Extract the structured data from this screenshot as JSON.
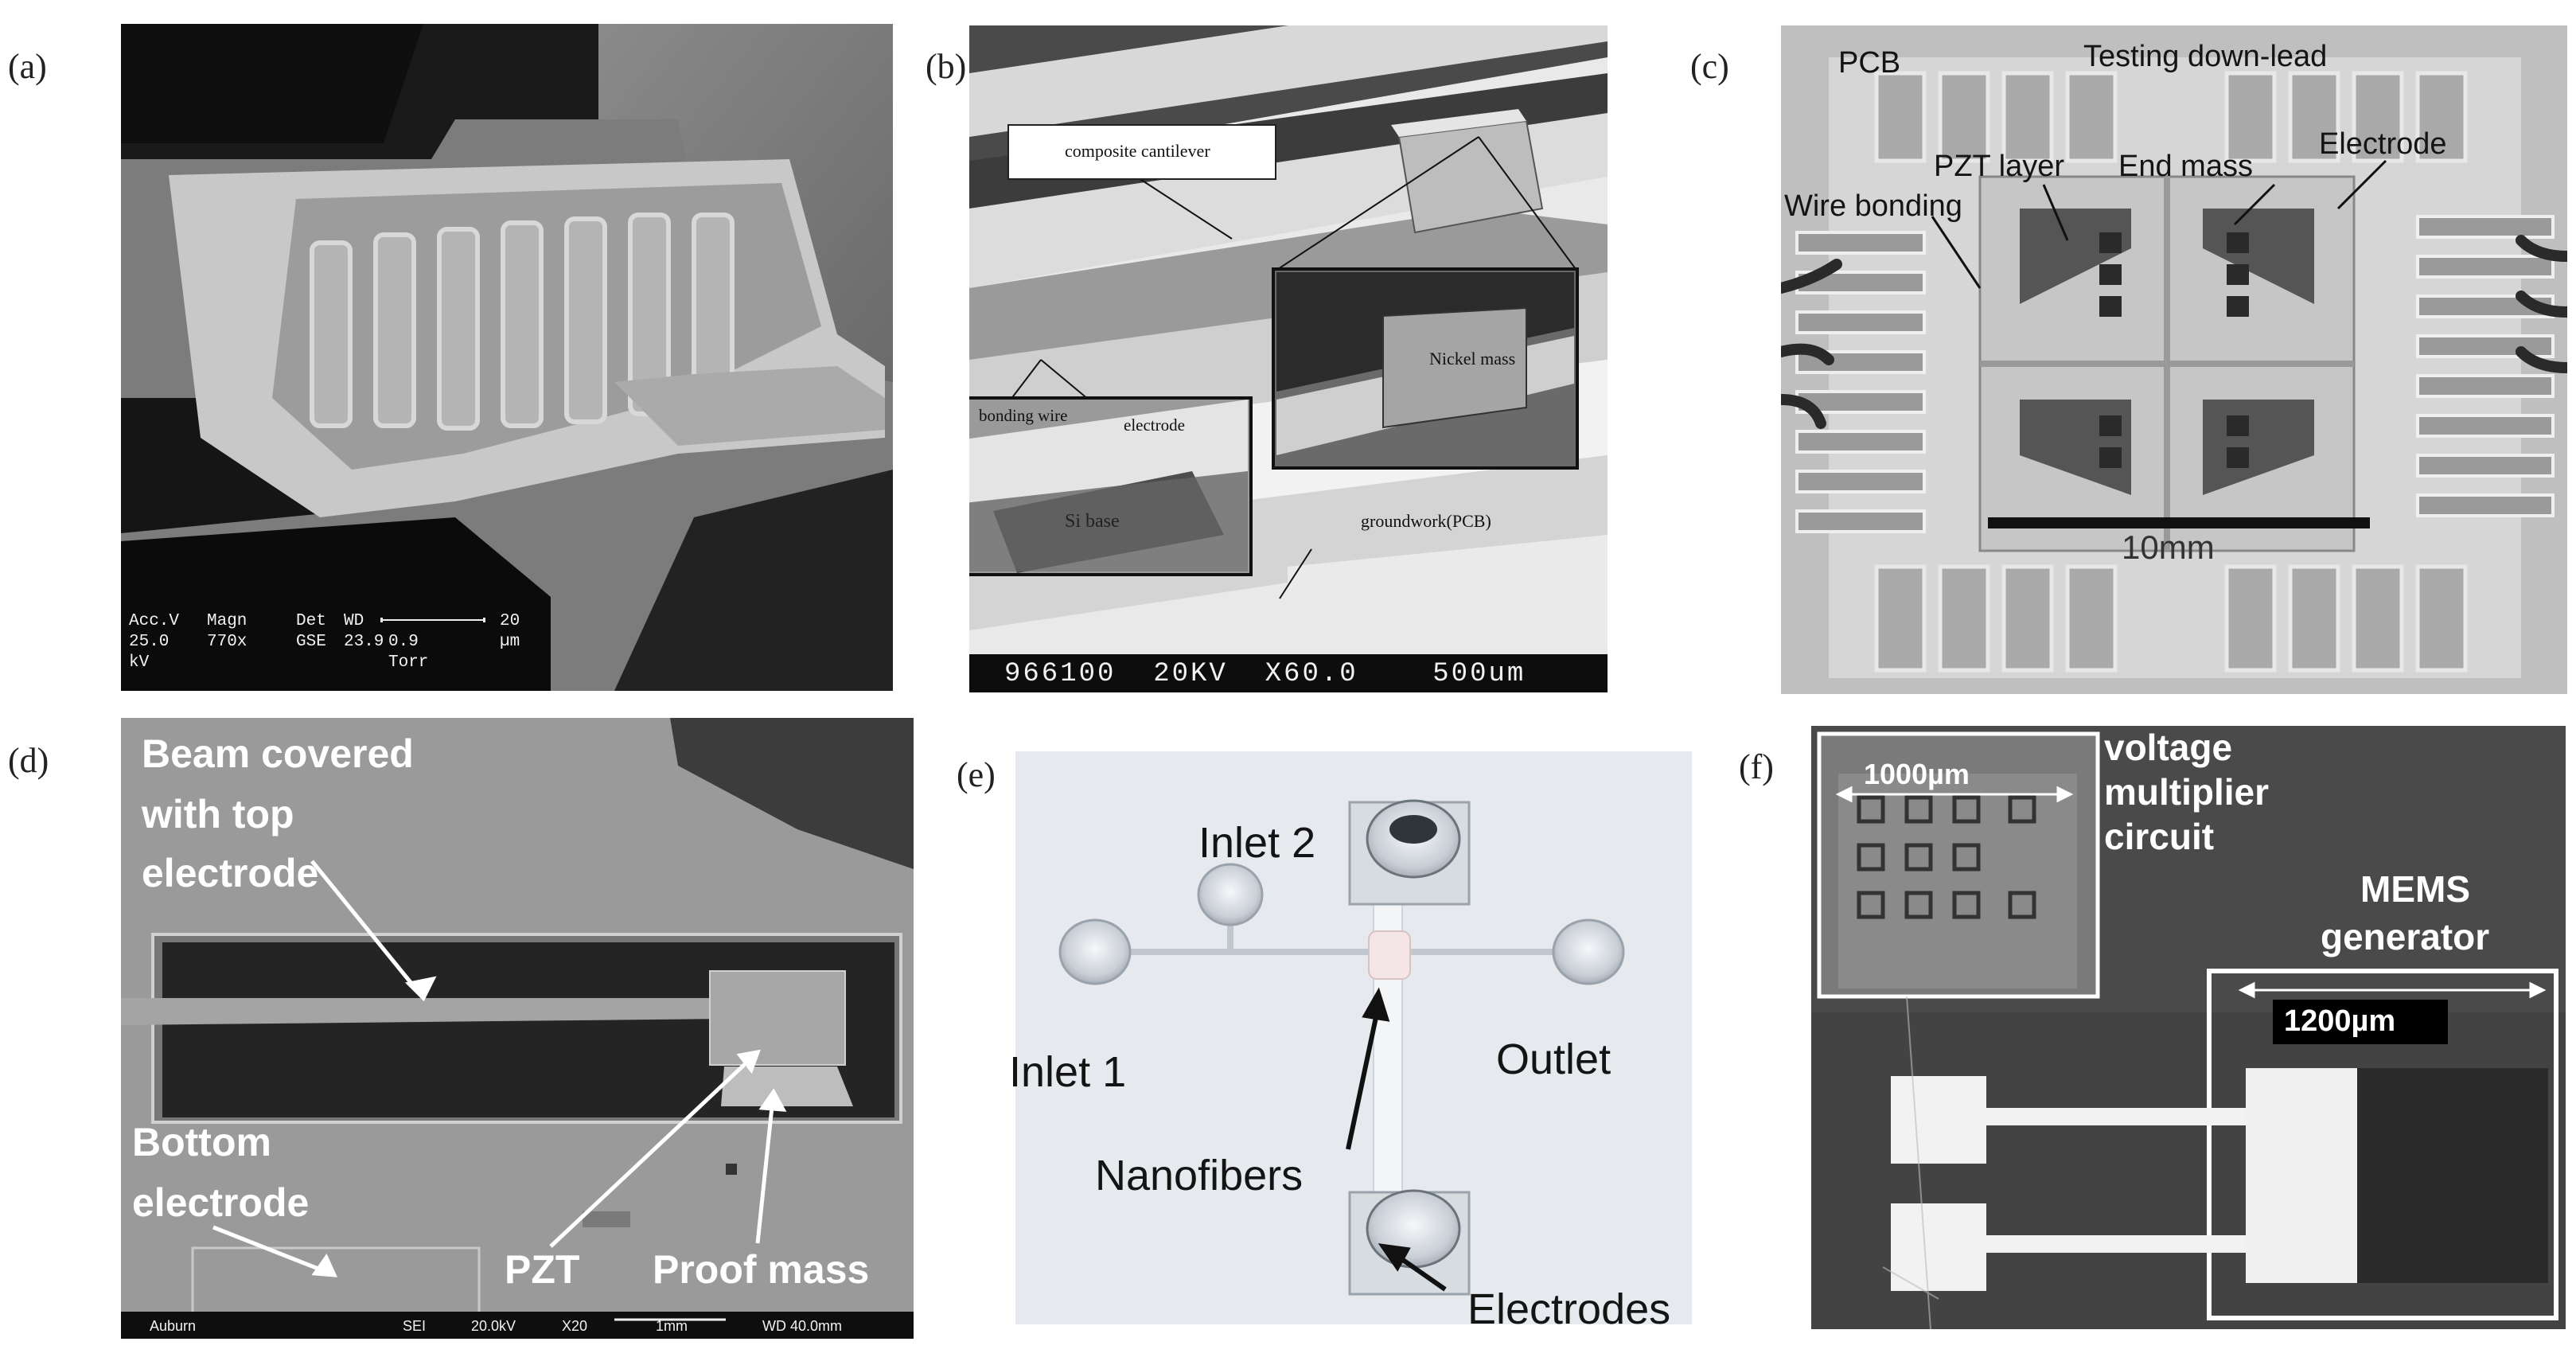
{
  "panels": {
    "a": {
      "letter": "(a)",
      "info": {
        "col1": [
          "Acc.V",
          "25.0 kV"
        ],
        "col2": [
          "Magn",
          "770x"
        ],
        "col3": [
          "Det",
          "GSE"
        ],
        "col4": [
          "WD",
          "23.9"
        ],
        "torr": "0.9 Torr",
        "scale": "20 µm"
      }
    },
    "b": {
      "letter": "(b)",
      "labels": {
        "composite": "composite cantilever",
        "nickel": "Nickel mass",
        "bonding": "bonding wire",
        "electrode": "electrode",
        "si": "Si base",
        "groundwork": "groundwork(PCB)"
      },
      "bar": "966100  20KV  X60.0    500um"
    },
    "c": {
      "letter": "(c)",
      "labels": {
        "pcb": "PCB",
        "testing": "Testing down-lead",
        "pzt": "PZT layer",
        "endmass": "End mass",
        "electrode": "Electrode",
        "wire": "Wire bonding",
        "scale": "10mm"
      }
    },
    "d": {
      "letter": "(d)",
      "labels": {
        "beam1": "Beam covered",
        "beam2": "with top",
        "beam3": "electrode",
        "bottom1": "Bottom",
        "bottom2": "electrode",
        "pzt": "PZT",
        "proof": "Proof mass"
      },
      "bar": {
        "auburn": "Auburn",
        "sei": "SEI",
        "kv": "20.0kV",
        "mag": "X20",
        "scale": "1mm",
        "wd": "WD 40.0mm"
      }
    },
    "e": {
      "letter": "(e)",
      "labels": {
        "inlet2": "Inlet 2",
        "inlet1": "Inlet 1",
        "outlet": "Outlet",
        "nano": "Nanofibers",
        "electrodes": "Electrodes"
      }
    },
    "f": {
      "letter": "(f)",
      "labels": {
        "s1000": "1000µm",
        "vm1": "voltage",
        "vm2": "multiplier",
        "vm3": "circuit",
        "mems1": "MEMS",
        "mems2": "generator",
        "s1200": "1200µm"
      }
    }
  }
}
